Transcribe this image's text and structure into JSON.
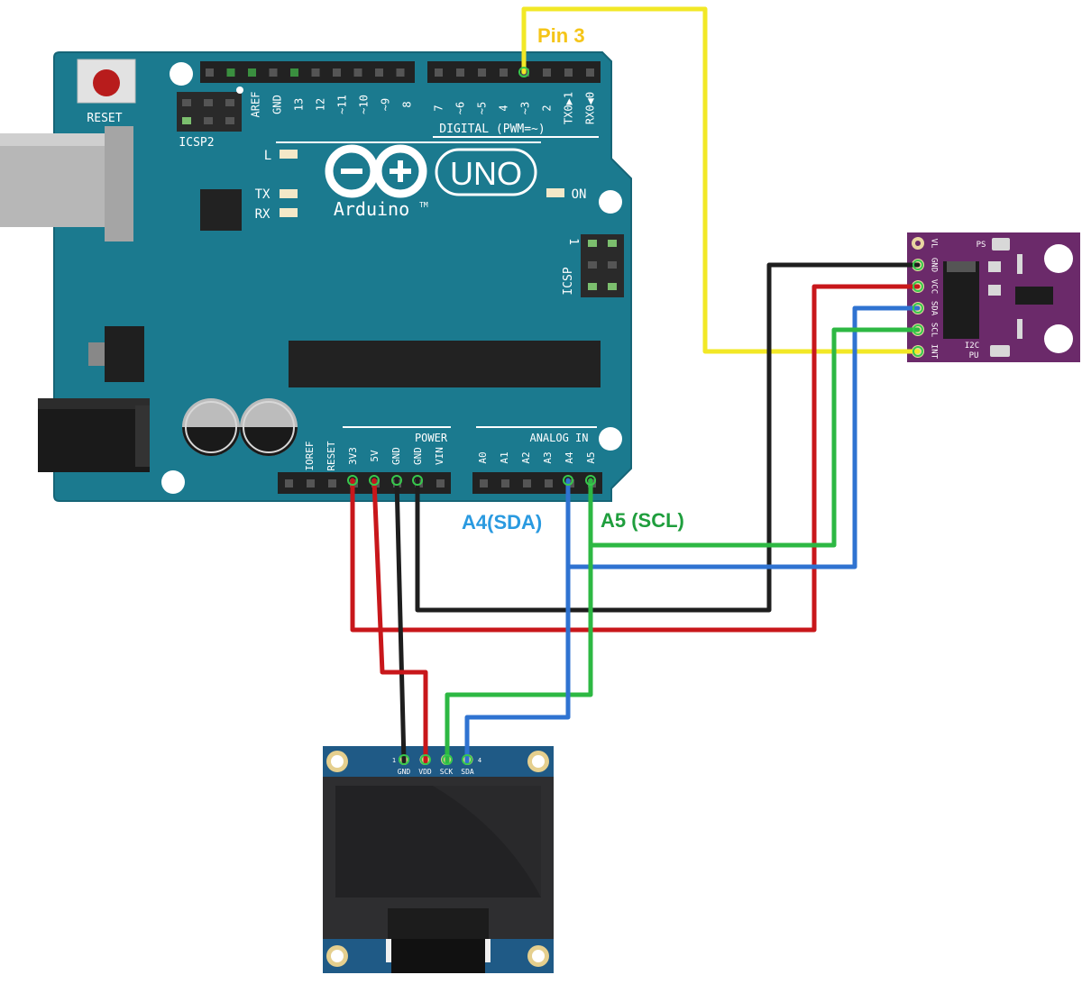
{
  "labels": {
    "pin3": "Pin 3",
    "a4": "A4(SDA)",
    "a5": "A5 (SCL)"
  },
  "arduino": {
    "reset": "RESET",
    "icsp2": "ICSP2",
    "icsp": "ICSP",
    "icsp_pin1": "1",
    "digital": "DIGITAL (PWM=~)",
    "led_l": "L",
    "led_tx": "TX",
    "led_rx": "RX",
    "led_on": "ON",
    "logo": "Arduino",
    "tm": "TM",
    "model": "UNO",
    "power": "POWER",
    "analog_in": "ANALOG IN",
    "top_left_pins": [
      "AREF",
      "GND",
      "13",
      "12",
      "~11",
      "~10",
      "~9",
      "8"
    ],
    "top_right_pins": [
      "7",
      "~6",
      "~5",
      "4",
      "~3",
      "2",
      "TX0▶1",
      "RX0◀0"
    ],
    "power_pins": [
      "IOREF",
      "RESET",
      "3V3",
      "5V",
      "GND",
      "GND",
      "VIN"
    ],
    "analog_pins": [
      "A0",
      "A1",
      "A2",
      "A3",
      "A4",
      "A5"
    ]
  },
  "sensor": {
    "pins": [
      "VL",
      "GND",
      "VCC",
      "SDA",
      "SCL",
      "INT"
    ],
    "ps": "PS",
    "i2c_top": "I2C",
    "i2c_bottom": "PU"
  },
  "oled": {
    "pins": [
      "GND",
      "VDD",
      "SCK",
      "SDA"
    ],
    "pin_first": "1",
    "pin_last": "4"
  },
  "colors": {
    "board": "#1b7a8f",
    "sensor_board": "#6b2a6a",
    "oled_pcb": "#1f5a86",
    "wire_yellow": "#f2e826",
    "wire_red": "#c8171b",
    "wire_black": "#1e1e1e",
    "wire_blue": "#2f73d1",
    "wire_green": "#2db843",
    "label_pin3": "#f5c518",
    "label_a4": "#2a9ae0",
    "label_a5": "#1f9e3d"
  }
}
